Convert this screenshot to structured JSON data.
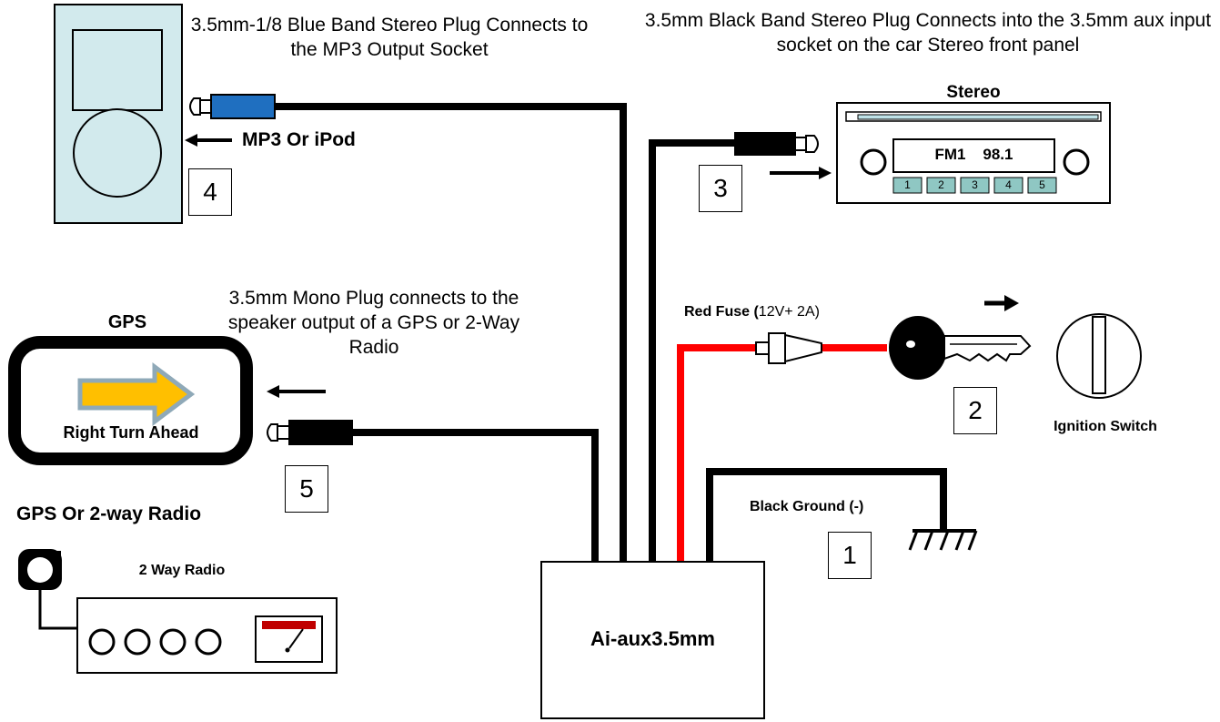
{
  "captions": {
    "mp3_plug": "3.5mm-1/8  Blue Band Stereo Plug Connects to the MP3 Output Socket",
    "stereo_plug": "3.5mm Black Band Stereo Plug Connects into the 3.5mm aux input socket on the car Stereo front panel",
    "mono_plug": "3.5mm Mono Plug connects to the speaker output of a GPS or 2-Way Radio"
  },
  "labels": {
    "stereo_title": "Stereo",
    "stereo_display": "FM1    98.1",
    "stereo_presets": [
      "1",
      "2",
      "3",
      "4",
      "5"
    ],
    "mp3_device": "MP3 Or iPod",
    "gps_title": "GPS",
    "gps_screen": "Right Turn Ahead",
    "gps_or_radio": "GPS Or 2-way Radio",
    "radio_title": "2 Way Radio",
    "red_fuse_bold": "Red Fuse (",
    "red_fuse_value": "12V+  2A)",
    "ignition": "Ignition Switch",
    "ground": "Black Ground (-)",
    "module": "Ai-aux3.5mm"
  },
  "numbers": {
    "ground": "1",
    "ignition": "2",
    "stereo": "3",
    "mp3": "4",
    "gps": "5"
  },
  "colors": {
    "wire": "#000000",
    "power_wire": "#ff0000",
    "blue_band": "#1f6fc0",
    "gps_arrow": "#ffbf00",
    "gps_arrow_border": "#8fa9b8",
    "stereo_slot": "#bfe3e8",
    "preset_button": "#8fc7c3",
    "meter_red": "#c00000"
  }
}
